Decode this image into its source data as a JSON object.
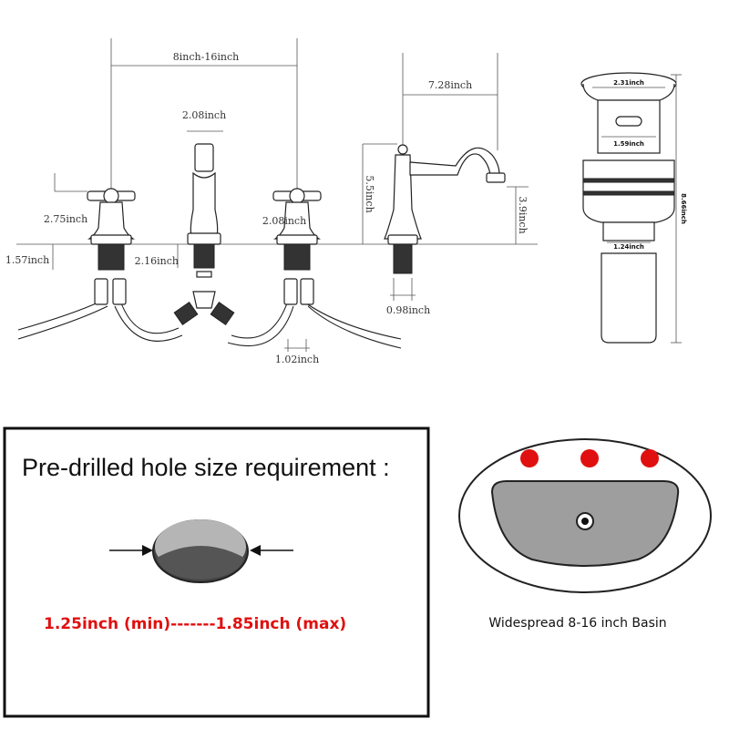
{
  "faucet_diagram": {
    "spread_label": "8inch-16inch",
    "spout_height_label": "2.08inch",
    "reach_label": "7.28inch",
    "handle_height_label": "2.75inch",
    "handle_height2_label": "2.08inch",
    "total_height_label": "5.5inch",
    "spout_clearance_label": "3.9inch",
    "thread_left_label": "1.57inch",
    "thread_center_label": "2.16inch",
    "spout_thread_label": "0.98inch",
    "shank_diameter_label": "1.02inch"
  },
  "drain_diagram": {
    "top_diameter_label": "2.31inch",
    "mid_diameter_label": "1.59inch",
    "bottom_diameter_label": "1.24inch",
    "height_label": "8.66inch"
  },
  "hole_requirement": {
    "title": "Pre-drilled hole size requirement :",
    "range": "1.25inch (min)-------1.85inch (max)"
  },
  "basin": {
    "label": "Widespread 8-16 inch Basin",
    "hole_color": "#e01010"
  }
}
